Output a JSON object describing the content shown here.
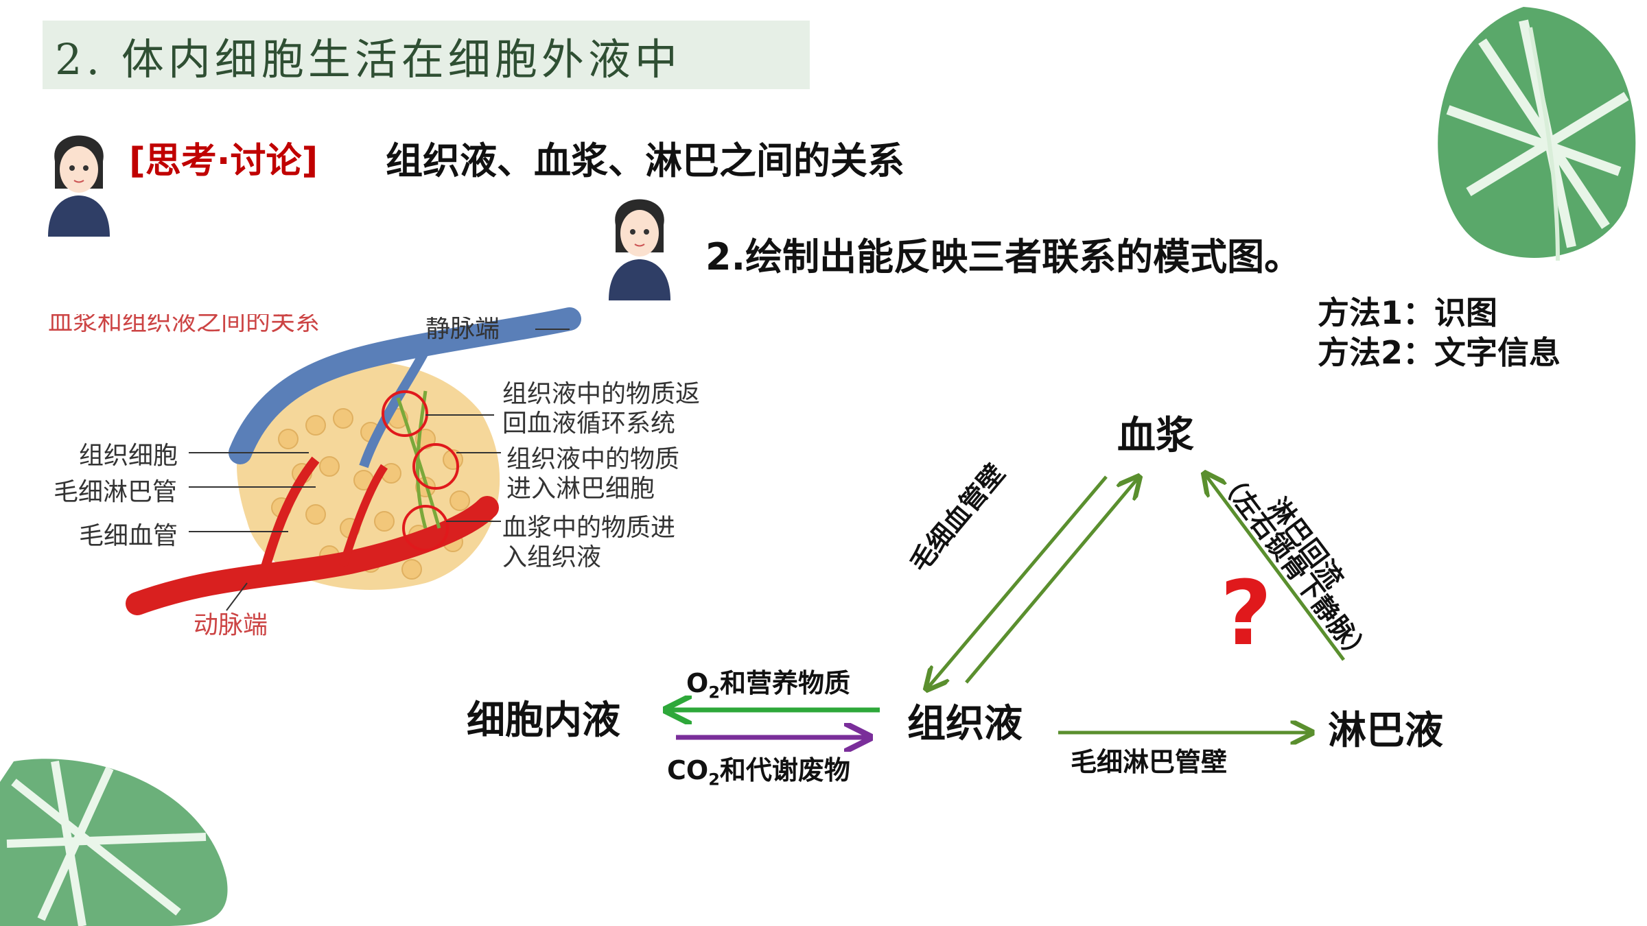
{
  "slide": {
    "title": "2. 体内细胞生活在细胞外液中",
    "think_tag": "[思考·讨论]",
    "think_title": "组织液、血浆、淋巴之间的关系",
    "task": "2.绘制出能反映三者联系的模式图。",
    "methods": [
      "方法1：识图",
      "方法2：文字信息"
    ]
  },
  "figure": {
    "caption_partial": "血浆和组织液之间的关系",
    "labels": {
      "vein_end": "静脉端",
      "artery_end": "动脉端",
      "tissue_cell": "组织细胞",
      "lymph_capillary": "毛细淋巴管",
      "blood_capillary": "毛细血管",
      "note1_l1": "组织液中的物质返",
      "note1_l2": "回血液循环系统",
      "note2_l1": "组织液中的物质",
      "note2_l2": "进入淋巴细胞",
      "note3_l1": "血浆中的物质进",
      "note3_l2": "入组织液"
    }
  },
  "diagram": {
    "nodes": {
      "plasma": "血浆",
      "tissue_fluid": "组织液",
      "lymph": "淋巴液",
      "intracellular": "细胞内液"
    },
    "edges": {
      "capillary_wall": "毛细血管壁",
      "lymph_return_l1": "淋巴回流",
      "lymph_return_l2": "（左右锁骨下静脉）",
      "lymph_capillary_wall": "毛细淋巴管壁",
      "o2_prefix": "O",
      "o2_sub": "2",
      "o2_rest": "和营养物质",
      "co2_prefix": "CO",
      "co2_sub": "2",
      "co2_rest": "和代谢废物"
    },
    "question_mark": "?",
    "colors": {
      "green": "#5a8f2e",
      "bright_green": "#2ea83a",
      "purple": "#7a2e9a",
      "red": "#e0191c"
    }
  }
}
